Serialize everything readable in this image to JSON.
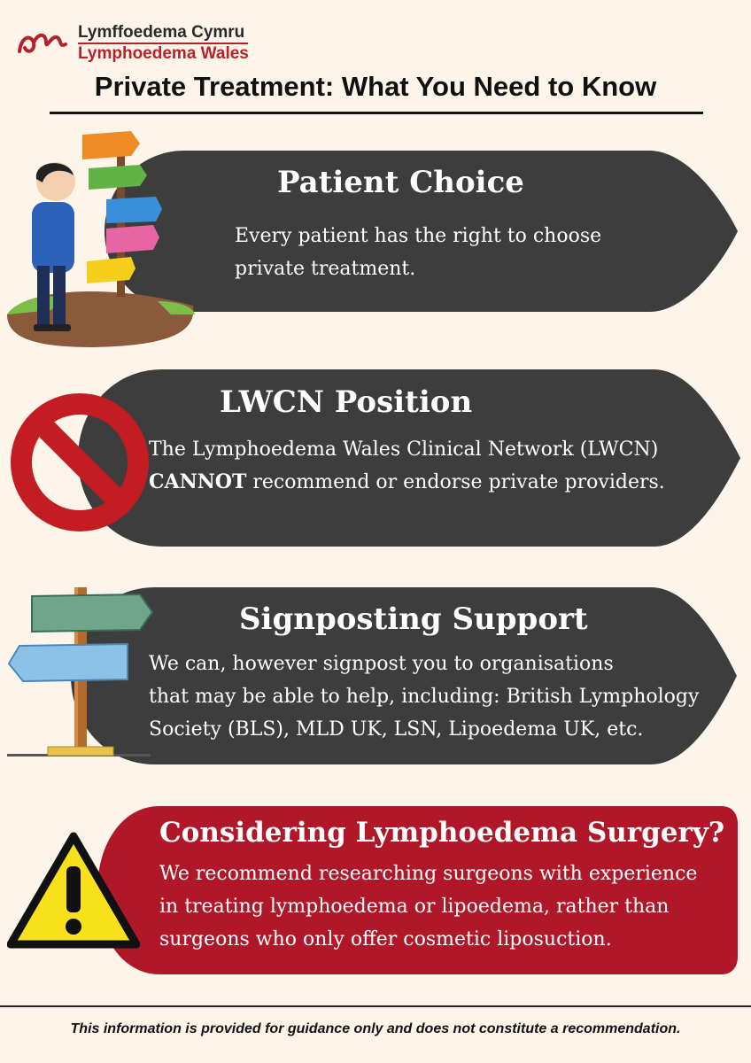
{
  "org": {
    "name_welsh": "Lymffoedema Cymru",
    "name_english": "Lymphoedema Wales"
  },
  "page": {
    "title": "Private Treatment: What You Need to Know",
    "footer": "This information is provided for guidance only and does not constitute a recommendation."
  },
  "colors": {
    "background": "#fdf5ea",
    "panel_dark": "#3d3d3d",
    "panel_red": "#b0182a",
    "brand_red": "#b5222b"
  },
  "sections": [
    {
      "heading": "Patient Choice",
      "line1": "Every patient has the right to choose",
      "line2": "private treatment.",
      "icon": "person-at-signpost-icon"
    },
    {
      "heading": "LWCN Position",
      "line1": "The Lymphoedema Wales Clinical Network (LWCN)",
      "line2_bold": "CANNOT",
      "line2_rest": " recommend or endorse private providers.",
      "icon": "prohibition-sign-icon"
    },
    {
      "heading": "Signposting Support",
      "line1": "We can, however signpost you to organisations",
      "line2": "that may be able to help, including: British Lymphology",
      "line3": "Society (BLS), MLD UK, LSN, Lipoedema UK, etc.",
      "icon": "signpost-icon"
    },
    {
      "heading": "Considering Lymphoedema Surgery?",
      "line1": "We recommend researching surgeons with experience",
      "line2": "in treating lymphoedema or lipoedema, rather than",
      "line3": "surgeons who only offer cosmetic liposuction.",
      "icon": "warning-triangle-icon"
    }
  ]
}
